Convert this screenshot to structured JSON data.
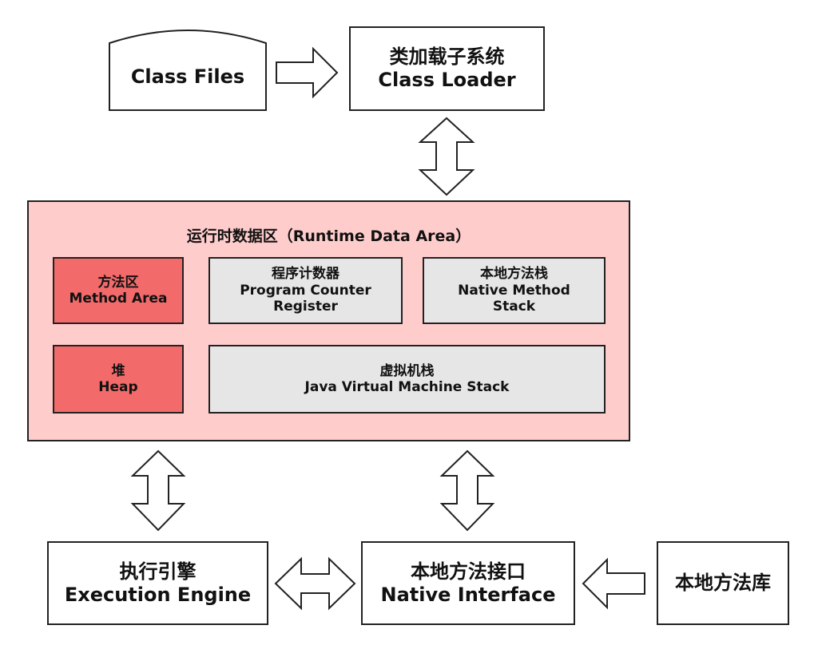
{
  "class_files": {
    "label": "Class Files"
  },
  "class_loader": {
    "line1": "类加载子系统",
    "line2": "Class Loader"
  },
  "runtime_area": {
    "title": "运行时数据区（Runtime Data Area）",
    "method_area": {
      "line1": "方法区",
      "line2": "Method Area"
    },
    "pc_register": {
      "line1": "程序计数器",
      "line2": "Program Counter",
      "line3": "Register"
    },
    "native_method_stack": {
      "line1": "本地方法栈",
      "line2": "Native Method",
      "line3": "Stack"
    },
    "heap": {
      "line1": "堆",
      "line2": "Heap"
    },
    "jvm_stack": {
      "line1": "虚拟机栈",
      "line2": "Java Virtual Machine Stack"
    }
  },
  "execution_engine": {
    "line1": "执行引擎",
    "line2": "Execution Engine"
  },
  "native_interface": {
    "line1": "本地方法接口",
    "line2": "Native Interface"
  },
  "native_library": {
    "label": "本地方法库"
  },
  "colors": {
    "runtime_bg": "#ffcccc",
    "red_box": "#f36a6a",
    "grey_box": "#e6e6e6"
  }
}
